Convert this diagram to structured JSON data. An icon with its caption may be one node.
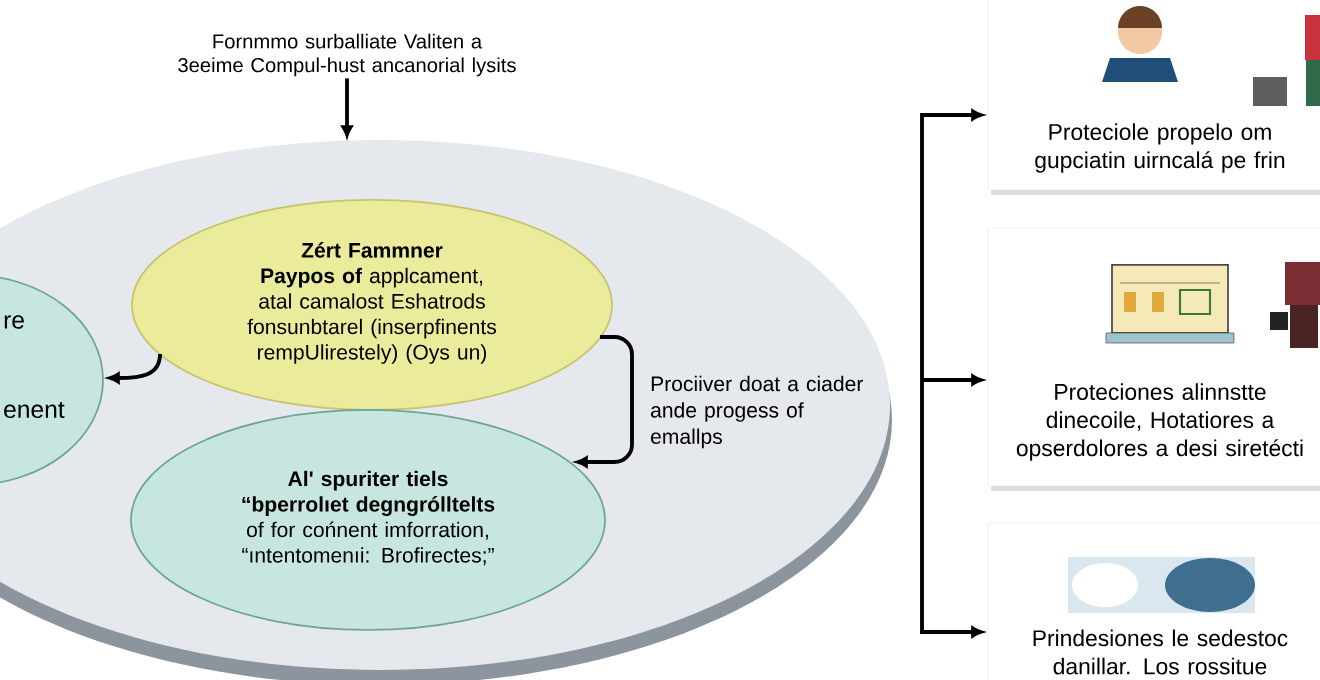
{
  "diagram": {
    "nodes": [
      {
        "text": [],
        "shape": "ellipse"
      },
      {
        "text": [
          "Fornmmo surballiate Valiten a 3eeime Compul-hust ancanorial lysits"
        ]
      },
      {
        "text": [
          "Zért Fammner",
          "**Paypos of** applcament, atal camalost Eshatrods fonsunbtarel (inserpfinents rempUlirestely) (Oys un)"
        ],
        "in": 0
      },
      {
        "text": [
          "re",
          "enent"
        ],
        "in": 0
      },
      {
        "text": [
          "Al' spuriter tiels",
          "**“bperrolıet degngrólltelts** of for cońnent imforration, “ıntentomenıi: Brofirectes;”"
        ],
        "in": 0
      },
      {
        "text": [
          "Proteciole propelo om gupciatin uirncalá pe frin"
        ]
      },
      {
        "text": [
          "Proteciones alinnstte dinecoile, Hotatiores a opserdolores a desi siretécti"
        ]
      },
      {
        "text": [
          "Prindesiones le sedestoc danillar. Los rossitue"
        ]
      }
    ],
    "edges": [
      {
        "from": 1,
        "to": 0,
        "arrow": "to"
      },
      {
        "from": 2,
        "to": 3,
        "arrow": "to"
      },
      {
        "from": 2,
        "to": 4,
        "arrow": "to",
        "label": "Prociiver doat a ciader ande progess of emallps"
      },
      {
        "from": null,
        "to": 5,
        "arrow": "to"
      },
      {
        "from": null,
        "to": 6,
        "arrow": "to"
      },
      {
        "from": null,
        "to": 7,
        "arrow": "to"
      }
    ]
  }
}
